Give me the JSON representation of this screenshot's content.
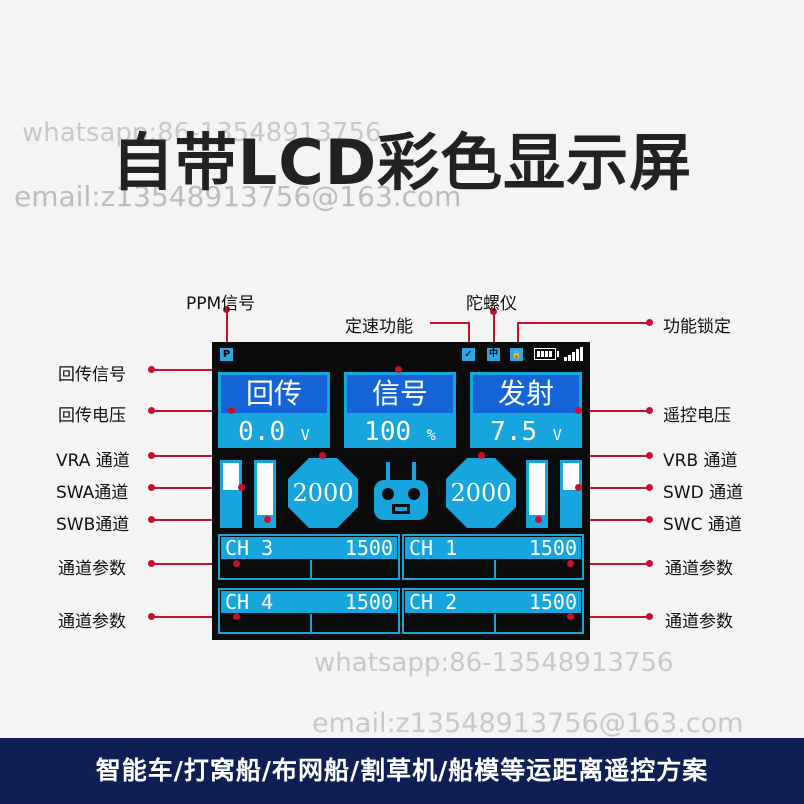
{
  "watermarks": {
    "top_whatsapp": "whatsapp:86-13548913756",
    "top_email": "email:z13548913756@163.com",
    "mid_whatsapp": "whatsapp:86-13548913756",
    "mid_email": "email:z13548913756@163.com"
  },
  "title": "自带LCD彩色显示屏",
  "labels": {
    "ppm": "PPM信号",
    "cruise": "定速功能",
    "gyro": "陀螺仪",
    "lock": "功能锁定",
    "return_signal": "回传信号",
    "return_voltage": "回传电压",
    "vra": "VRA 通道",
    "swa": "SWA通道",
    "swb": "SWB通道",
    "param_left_1": "通道参数",
    "param_left_2": "通道参数",
    "remote_voltage": "遥控电压",
    "vrb": "VRB 通道",
    "swd": "SWD 通道",
    "swc": "SWC 通道",
    "param_right_1": "通道参数",
    "param_right_2": "通道参数"
  },
  "lcd": {
    "status": {
      "ppm_badge": "P",
      "cruise_badge": "✓",
      "gyro_badge": "中",
      "lock_badge": "🔒"
    },
    "top_boxes": [
      {
        "title": "回传",
        "value": "0.0",
        "unit": "V"
      },
      {
        "title": "信号",
        "value": "100",
        "unit": "%"
      },
      {
        "title": "发射",
        "value": "7.5",
        "unit": "V"
      }
    ],
    "sliders": {
      "swa": 0.45,
      "swb": 0.85,
      "swc": 0.85,
      "swd": 0.45
    },
    "knobs": {
      "vra": "2000",
      "vrb": "2000"
    },
    "channels": [
      {
        "name": "CH 3",
        "value": "1500"
      },
      {
        "name": "CH 1",
        "value": "1500"
      },
      {
        "name": "CH 4",
        "value": "1500"
      },
      {
        "name": "CH 2",
        "value": "1500"
      }
    ]
  },
  "bottom_banner": "智能车/打窝船/布网船/割草机/船模等运距离遥控方案",
  "colors": {
    "accent": "#16a5dc",
    "header_blue": "#1565d8",
    "pointer_red": "#c8102e",
    "banner": "#0d1f55"
  }
}
